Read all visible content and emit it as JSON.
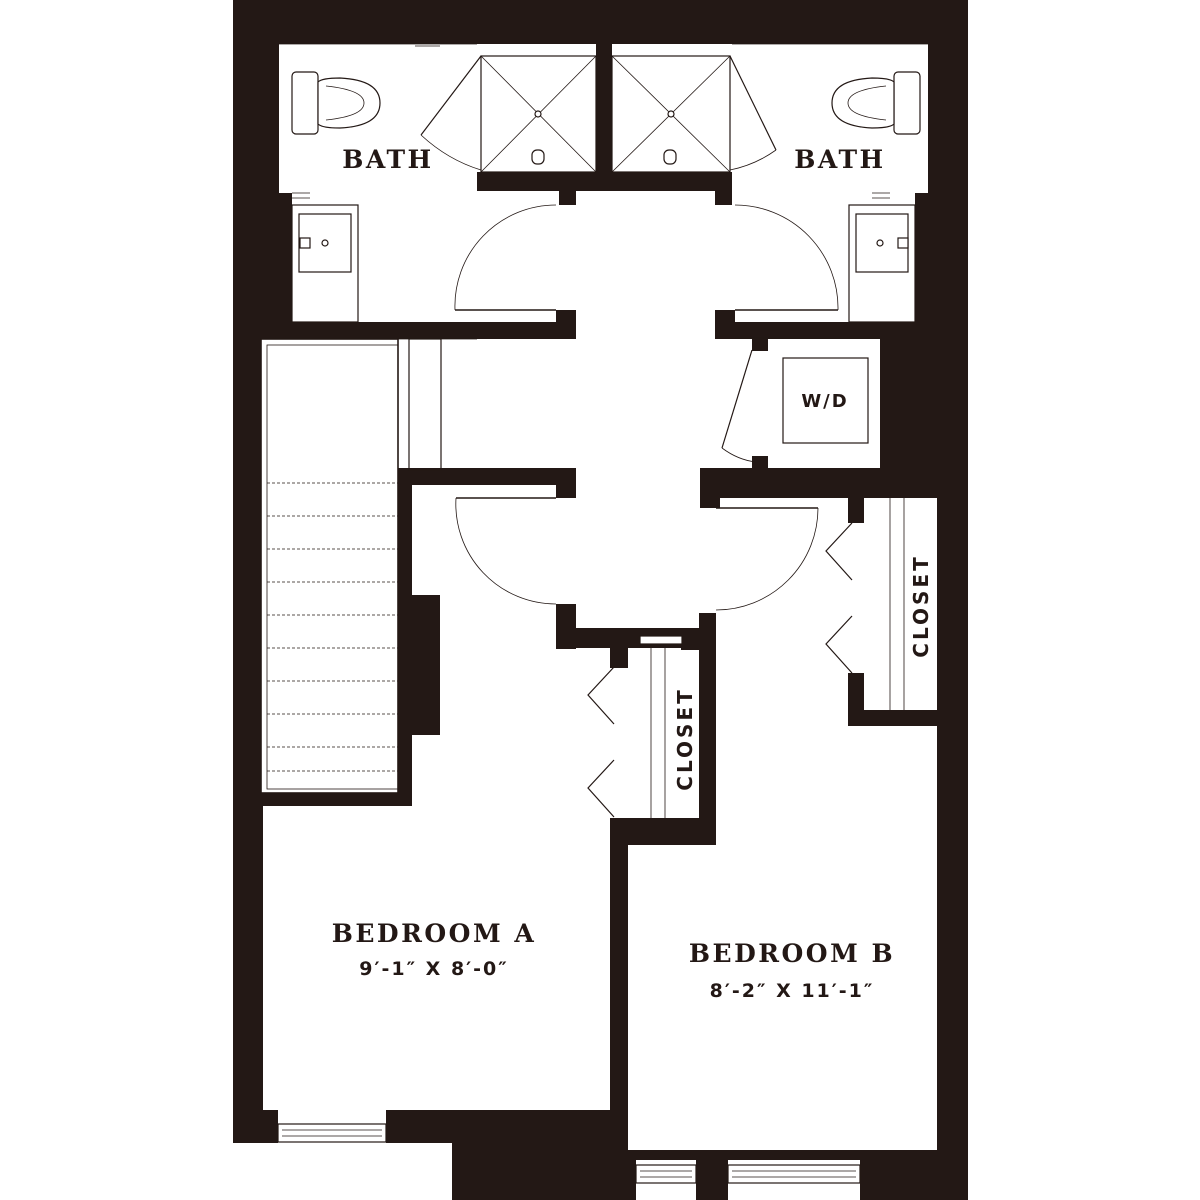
{
  "rooms": {
    "bath_left": {
      "name": "BATH"
    },
    "bath_right": {
      "name": "BATH"
    },
    "laundry": {
      "name": "W/D"
    },
    "closet_b": {
      "name": "CLOSET"
    },
    "closet_a": {
      "name": "CLOSET"
    },
    "bedroom_a": {
      "name": "BEDROOM A",
      "dimensions": "9′-1″ X 8′-0″"
    },
    "bedroom_b": {
      "name": "BEDROOM B",
      "dimensions": "8′-2″ X 11′-1″"
    }
  },
  "colors": {
    "wall": "#231815",
    "background": "#ffffff"
  }
}
